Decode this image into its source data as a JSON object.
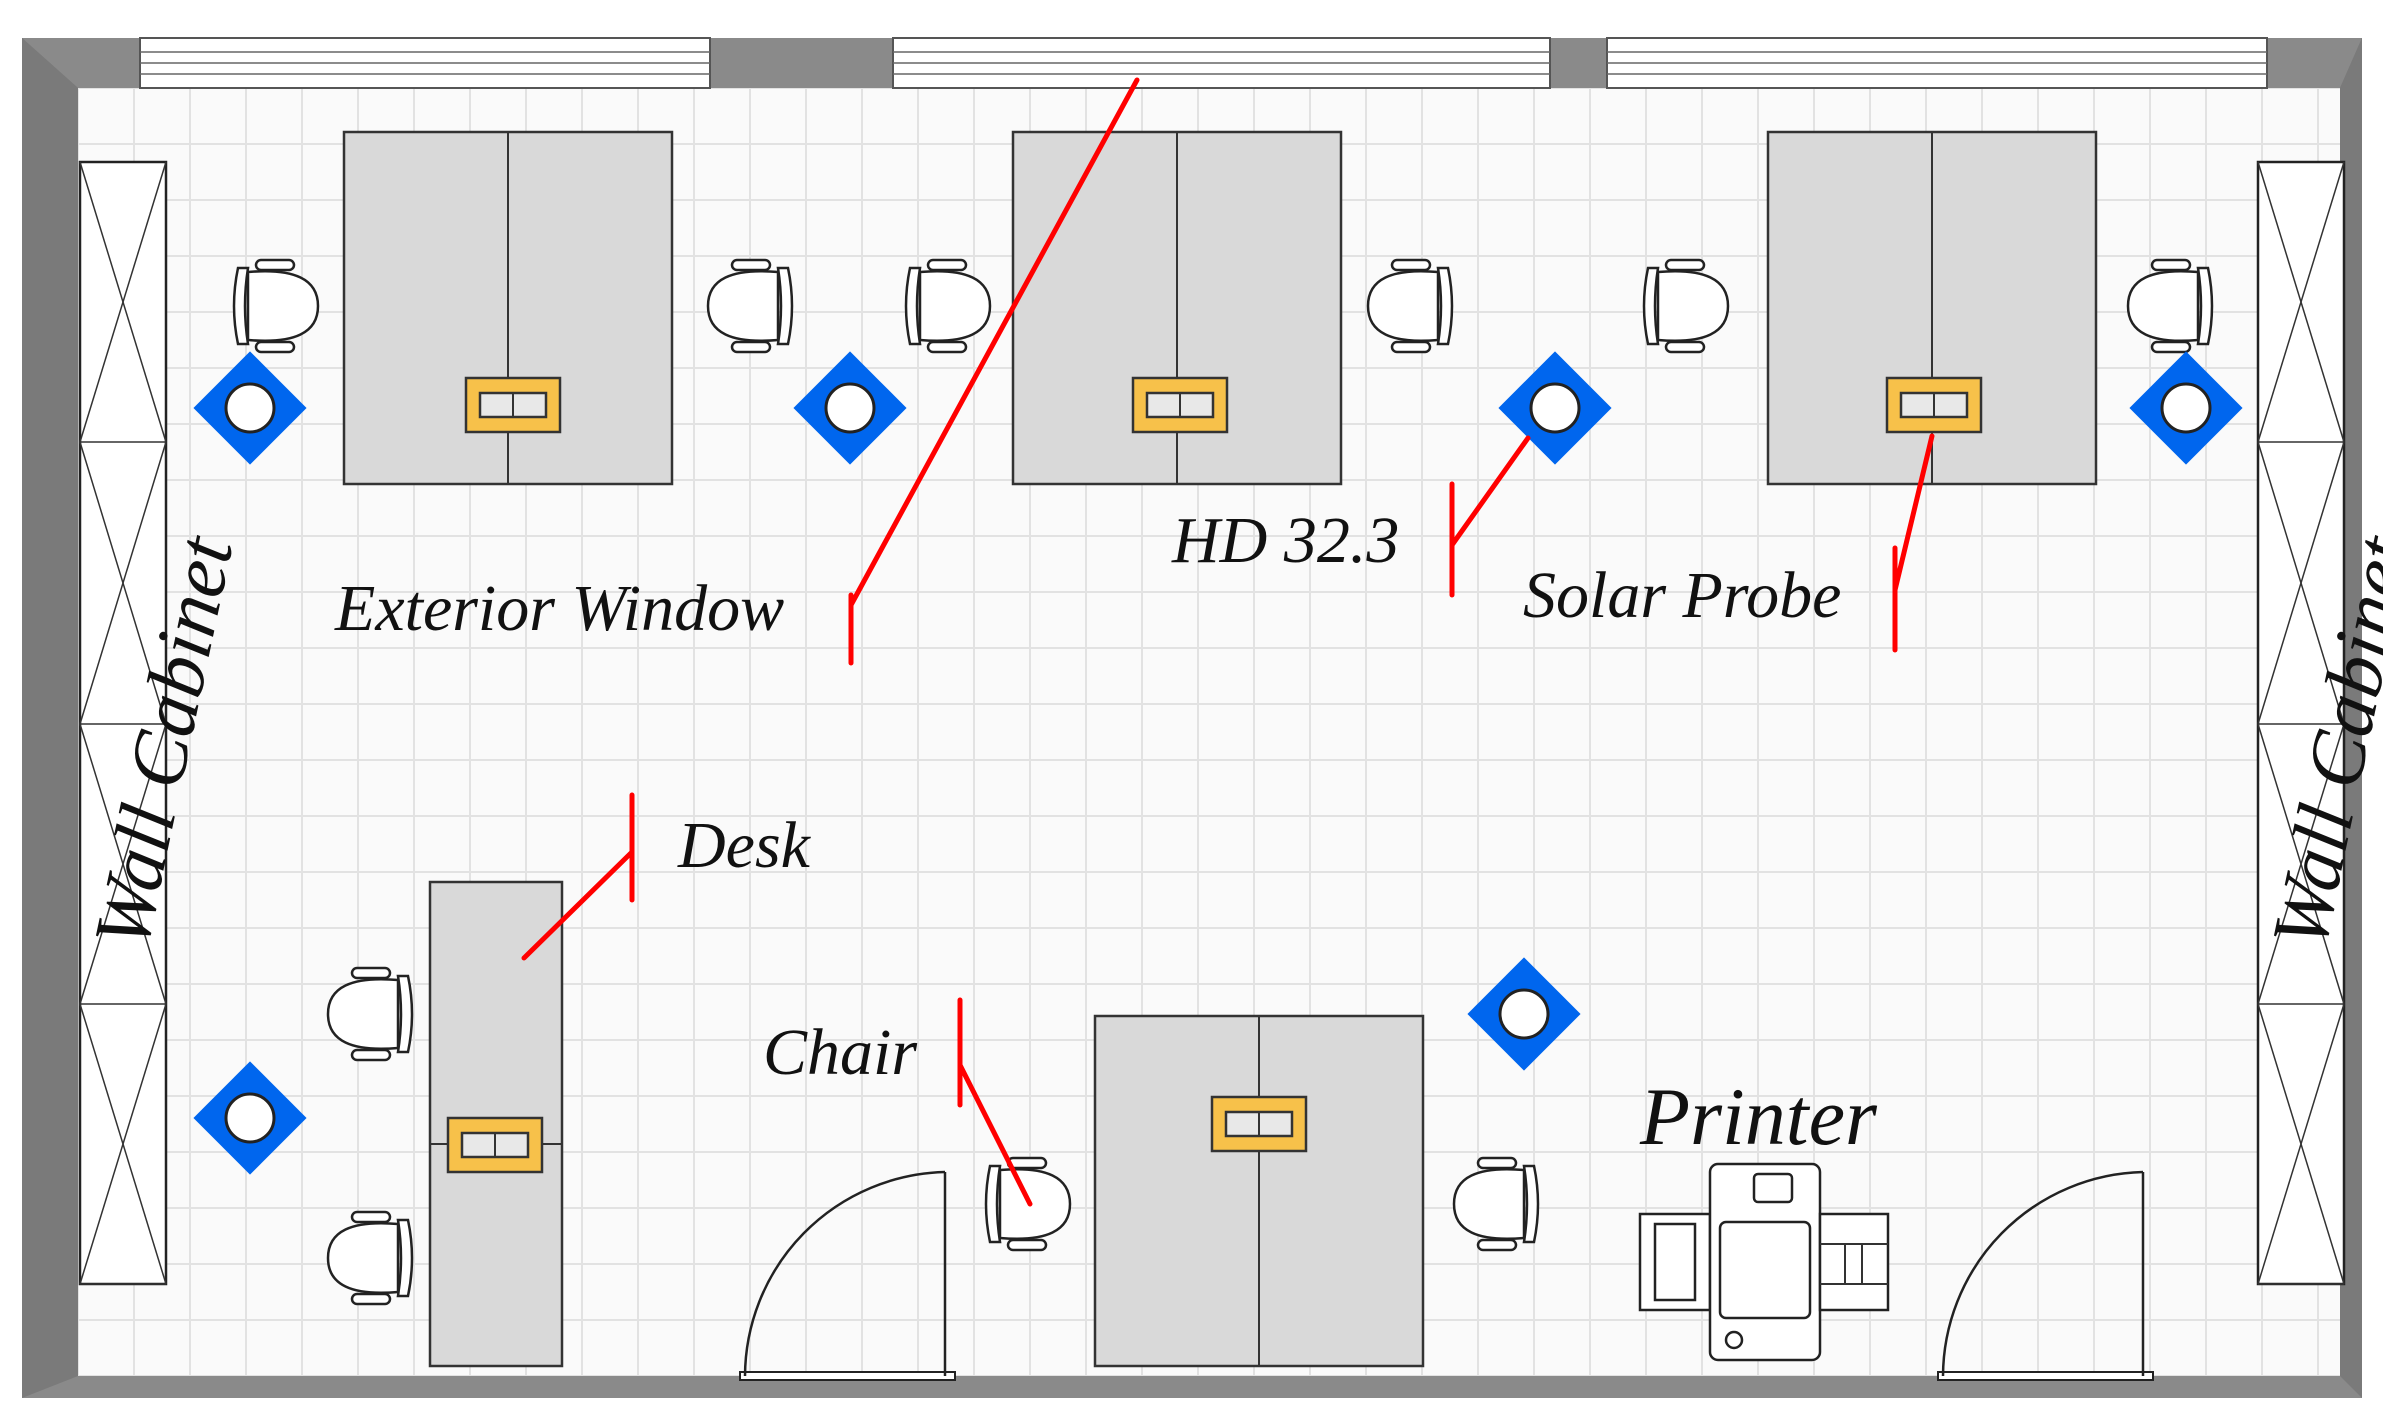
{
  "labels": {
    "exterior_window": "Exterior Window",
    "hd": "HD 32.3",
    "solar_probe": "Solar Probe",
    "desk": "Desk",
    "chair": "Chair",
    "printer": "Printer",
    "wall_cabinet_left": "Wall Cabinet",
    "wall_cabinet_right": "Wall Cabinet"
  },
  "colors": {
    "wall": "#7a7a7a",
    "floor": "#fafafa",
    "grid": "#e2e2e2",
    "desk": "#d9d9d9",
    "outlet": "#f7c14a",
    "sensor": "#0066ee",
    "leader": "#ff0000"
  },
  "icons": {
    "sensor": "sensor-icon",
    "chair": "chair-icon",
    "printer": "printer-icon",
    "door": "door-icon",
    "window": "window-icon",
    "outlet": "outlet-icon"
  }
}
